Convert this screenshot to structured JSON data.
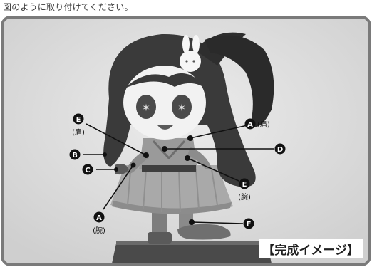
{
  "instruction": "図のように取り付けてください。",
  "caption": "【完成イメージ】",
  "callouts": [
    {
      "letter": "E",
      "sub": "(肩)"
    },
    {
      "letter": "A",
      "sub": "(肩)"
    },
    {
      "letter": "D",
      "sub": ""
    },
    {
      "letter": "B",
      "sub": ""
    },
    {
      "letter": "C",
      "sub": ""
    },
    {
      "letter": "E",
      "sub": "(腕)"
    },
    {
      "letter": "A",
      "sub": "(腕)"
    },
    {
      "letter": "F",
      "sub": ""
    }
  ]
}
